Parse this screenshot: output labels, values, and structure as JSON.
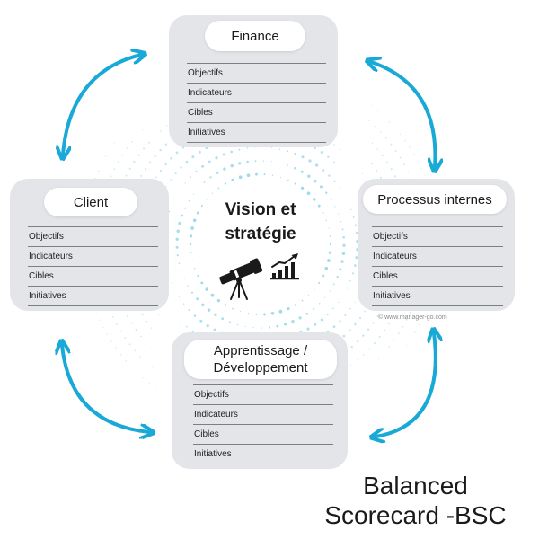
{
  "colors": {
    "card": "#e3e5e9",
    "arrow": "#19a9d6",
    "dots": "#8ed5ea",
    "text": "#1a1a1a"
  },
  "center": {
    "line1": "Vision et",
    "line2": "stratégie",
    "icons": [
      "telescope-icon",
      "growth-chart-icon"
    ]
  },
  "cards": {
    "finance": {
      "title": "Finance",
      "rows": [
        "Objectifs",
        "Indicateurs",
        "Cibles",
        "Initiatives"
      ]
    },
    "client": {
      "title": "Client",
      "rows": [
        "Objectifs",
        "Indicateurs",
        "Cibles",
        "Initiatives"
      ]
    },
    "processus": {
      "title": "Processus internes",
      "rows": [
        "Objectifs",
        "Indicateurs",
        "Cibles",
        "Initiatives"
      ]
    },
    "apprentissage": {
      "title_line1": "Apprentissage /",
      "title_line2": "Développement",
      "rows": [
        "Objectifs",
        "Indicateurs",
        "Cibles",
        "Initiatives"
      ]
    }
  },
  "copyright": "© www.manager-go.com",
  "brand": {
    "line1": "Balanced",
    "line2": "Scorecard -BSC"
  }
}
